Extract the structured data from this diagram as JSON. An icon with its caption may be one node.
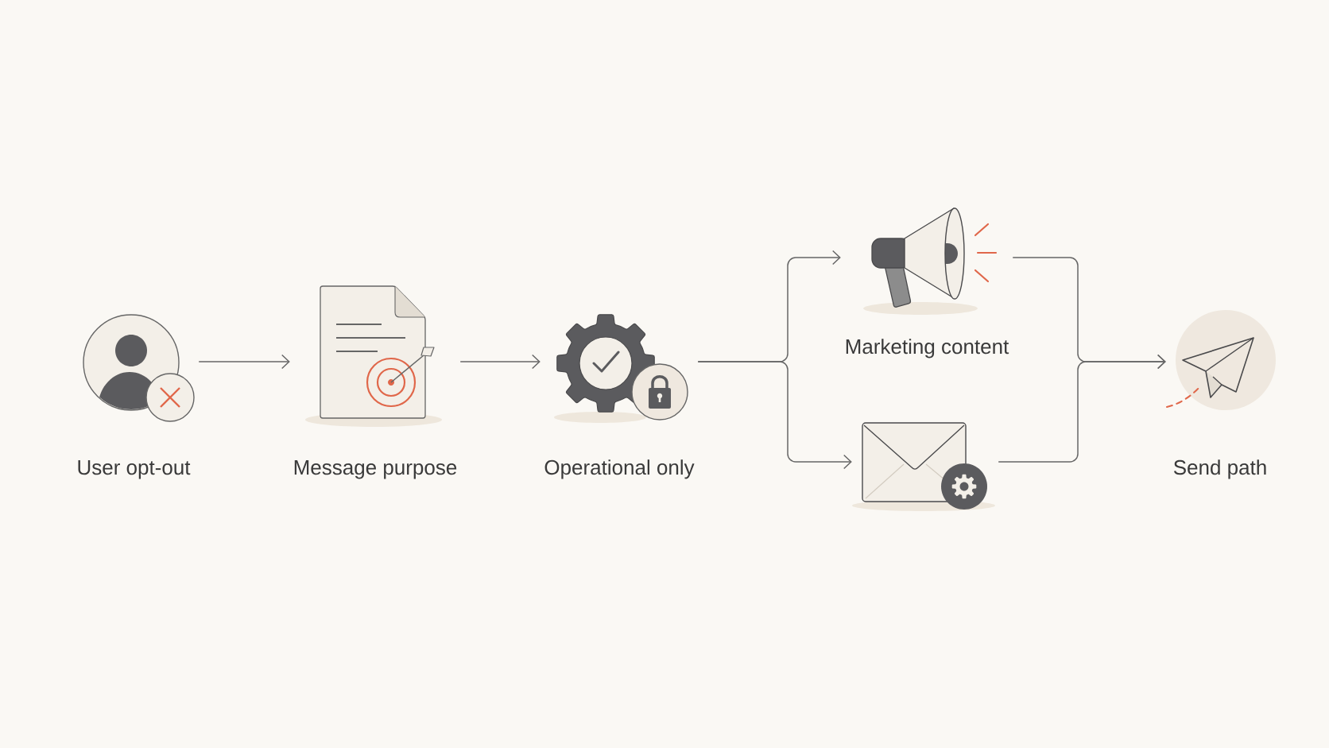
{
  "diagram": {
    "nodes": [
      {
        "text": [
          "User opt-out"
        ]
      },
      {
        "text": [
          "Message purpose"
        ]
      },
      {
        "text": [
          "Operational only"
        ]
      },
      {
        "text": [
          "Marketing content"
        ]
      },
      {
        "text": [],
        "shape": "picture"
      },
      {
        "text": [
          "Send path"
        ]
      }
    ],
    "edges": [
      {
        "from": 0,
        "to": 1,
        "arrow": "to"
      },
      {
        "from": 1,
        "to": 2,
        "arrow": "to"
      },
      {
        "from": 2,
        "to": 3,
        "arrow": "to"
      },
      {
        "from": 2,
        "to": 4,
        "arrow": "to"
      },
      {
        "from": 3,
        "to": 5,
        "arrow": "to"
      },
      {
        "from": 4,
        "to": 5,
        "arrow": "to"
      }
    ]
  }
}
